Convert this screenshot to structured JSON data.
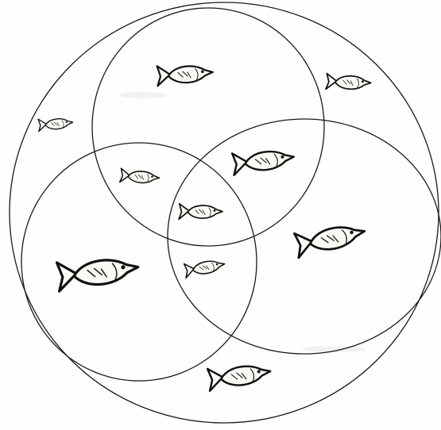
{
  "diagram": {
    "type": "venn",
    "sets": 3,
    "fish_count": 10,
    "stroke_color": "#1a1a1a",
    "background_color": "#fefefe"
  }
}
